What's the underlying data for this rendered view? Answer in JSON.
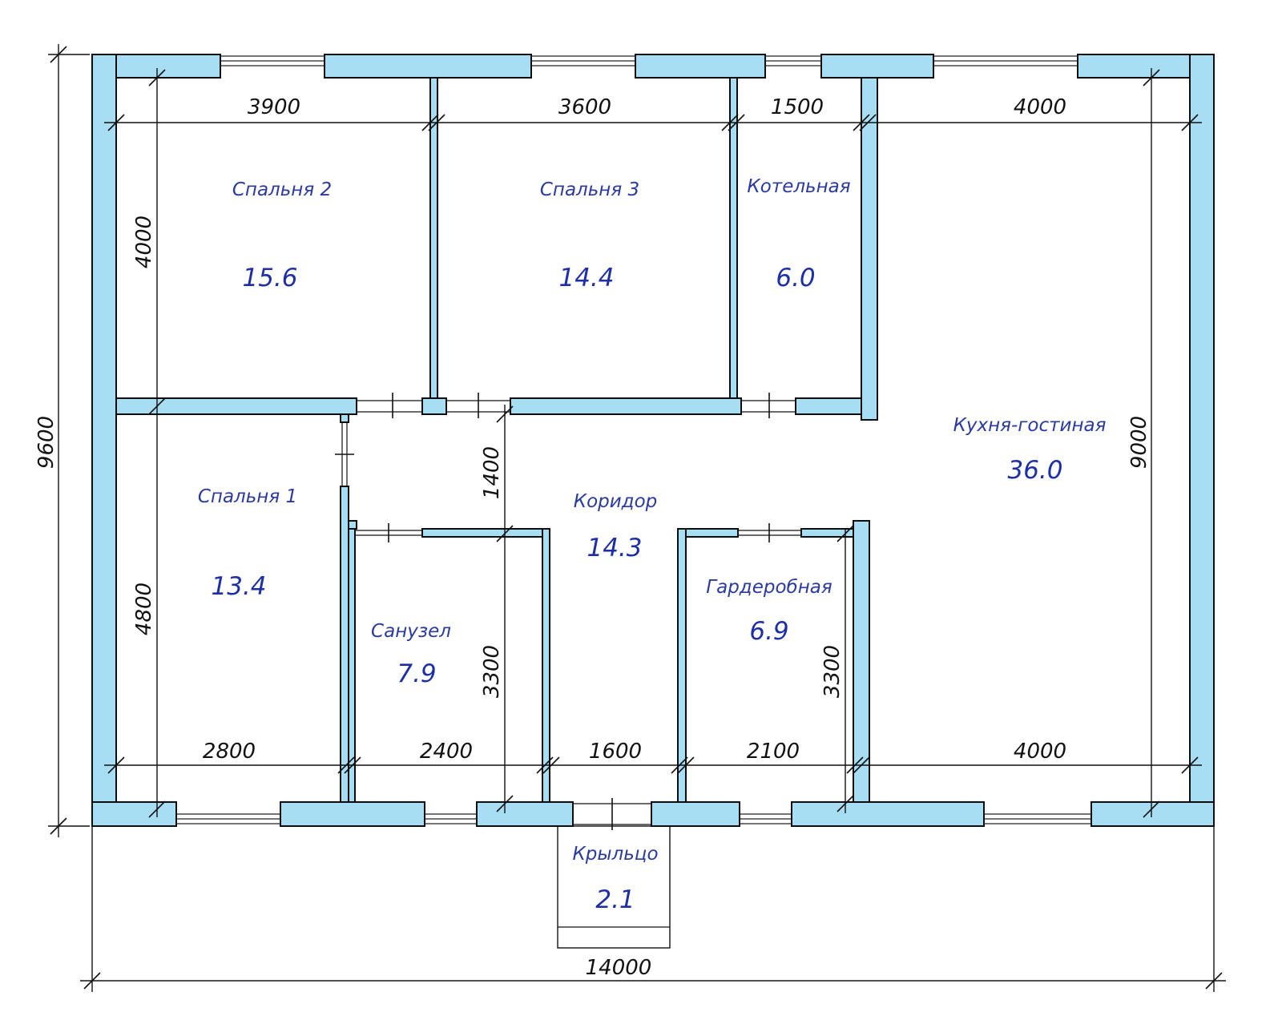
{
  "plan": {
    "overall": {
      "width": "14000",
      "height": "9600"
    },
    "dimensions": {
      "top": [
        "3900",
        "3600",
        "1500",
        "4000"
      ],
      "bottom": [
        "2800",
        "2400",
        "1600",
        "2100",
        "4000"
      ],
      "left_upper": "4000",
      "left_lower": "4800",
      "right": "9000",
      "corridor_vertical": "1400",
      "bath_vertical": "3300",
      "wardrobe_vertical": "3300"
    },
    "rooms": {
      "bedroom2": {
        "name": "Спальня 2",
        "area": "15.6"
      },
      "bedroom3": {
        "name": "Спальня 3",
        "area": "14.4"
      },
      "boiler": {
        "name": "Котельная",
        "area": "6.0"
      },
      "kitchen": {
        "name": "Кухня-гостиная",
        "area": "36.0"
      },
      "bedroom1": {
        "name": "Спальня 1",
        "area": "13.4"
      },
      "corridor": {
        "name": "Коридор",
        "area": "14.3"
      },
      "bathroom": {
        "name": "Санузел",
        "area": "7.9"
      },
      "wardrobe": {
        "name": "Гардеробная",
        "area": "6.9"
      },
      "porch": {
        "name": "Крыльцо",
        "area": "2.1"
      }
    },
    "colors": {
      "wall_fill": "#a8def4",
      "label_color": "#2a3aa0",
      "line_color": "#111111"
    }
  }
}
